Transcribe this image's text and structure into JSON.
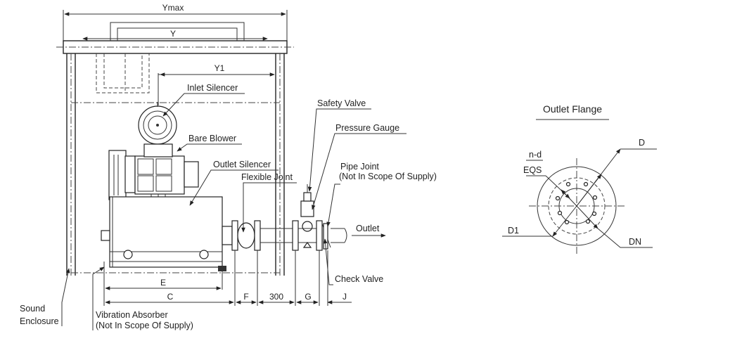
{
  "dimensions": {
    "ymax": "Ymax",
    "y": "Y",
    "y1": "Y1",
    "e": "E",
    "c": "C",
    "f": "F",
    "span_300": "300",
    "g": "G",
    "j": "J"
  },
  "callouts": {
    "inlet_silencer": "Inlet Silencer",
    "bare_blower": "Bare Blower",
    "outlet_silencer": "Outlet Silencer",
    "flexible_joint": "Flexible Joint",
    "safety_valve": "Safety Valve",
    "pressure_gauge": "Pressure Gauge",
    "pipe_joint": "Pipe Joint",
    "pipe_joint_note": "(Not In Scope Of Supply)",
    "outlet": "Outlet",
    "check_valve": "Check Valve",
    "sound_enclosure_1": "Sound",
    "sound_enclosure_2": "Enclosure",
    "vibration_absorber": "Vibration Absorber",
    "vibration_absorber_note": "(Not In Scope Of Supply)"
  },
  "outlet_flange": {
    "title": "Outlet Flange",
    "n_d": "n-d",
    "eqs": "EQS",
    "d": "D",
    "d1": "D1",
    "dn": "DN"
  }
}
